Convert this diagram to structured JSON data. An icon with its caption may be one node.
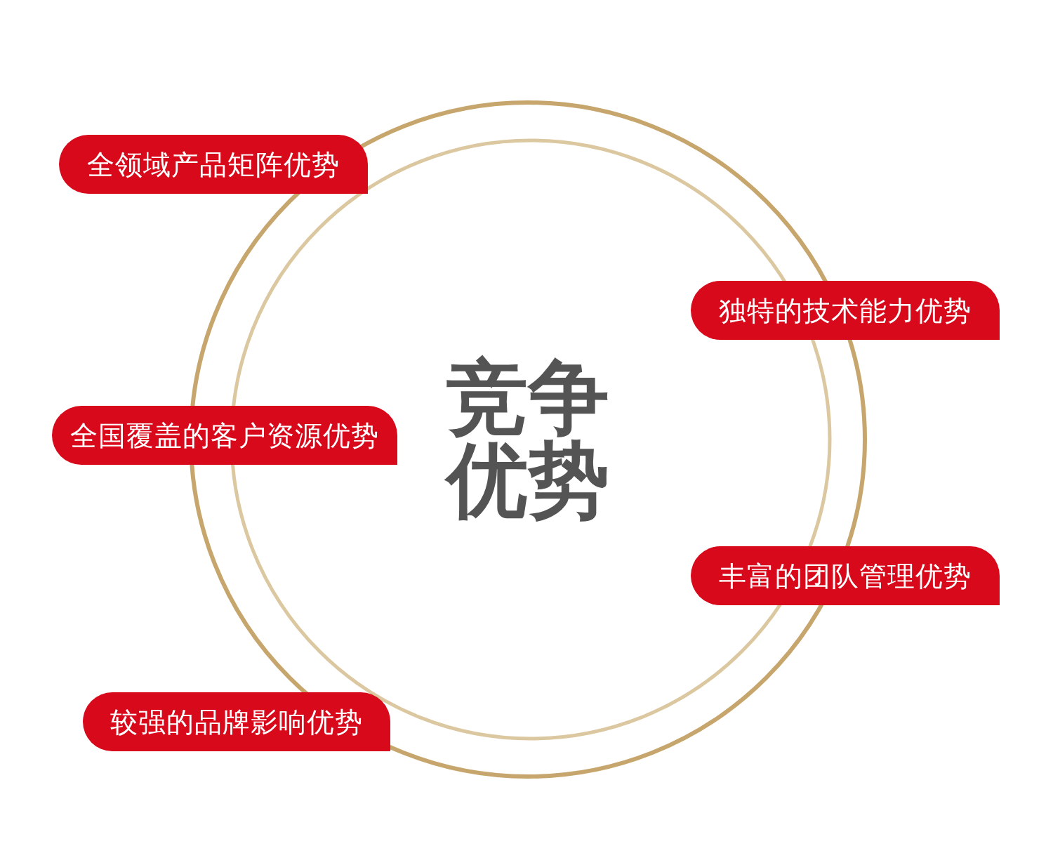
{
  "diagram": {
    "nodes": [
      {
        "text": [
          "竞争优势"
        ]
      },
      {
        "text": [
          "全领域产品矩阵优势"
        ]
      },
      {
        "text": [
          "独特的技术能力优势"
        ]
      },
      {
        "text": [
          "全国覆盖的客户资源优势"
        ]
      },
      {
        "text": [
          "丰富的团队管理优势"
        ]
      },
      {
        "text": [
          "较强的品牌影响优势"
        ]
      }
    ]
  }
}
